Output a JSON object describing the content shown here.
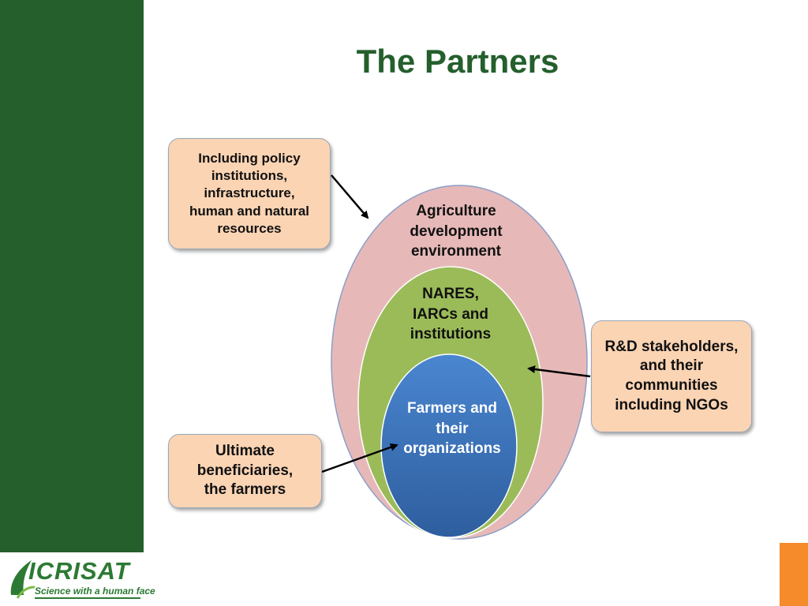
{
  "slide": {
    "title": "The Partners"
  },
  "diagram": {
    "outer_label": "Agriculture\ndevelopment\nenvironment",
    "middle_label": "NARES,\nIARCs and\ninstitutions",
    "inner_label": "Farmers and\ntheir\norganizations",
    "callouts": {
      "top_left": "Including policy\ninstitutions,\ninfrastructure,\nhuman and natural\nresources",
      "right": "R&D stakeholders,\nand their\ncommunities\nincluding NGOs",
      "bottom_left": "Ultimate\nbeneficiaries,\nthe farmers"
    }
  },
  "logo": {
    "name": "ICRISAT",
    "tagline": "Science with a human face"
  },
  "colors": {
    "sidebar": "#245f2c",
    "title": "#245f2c",
    "outer_ellipse": "#e6b9b8",
    "middle_ellipse": "#9bbb59",
    "inner_ellipse": "#3a76c4",
    "callout_fill": "#fbd4b4",
    "accent_orange": "#f68b2b"
  }
}
